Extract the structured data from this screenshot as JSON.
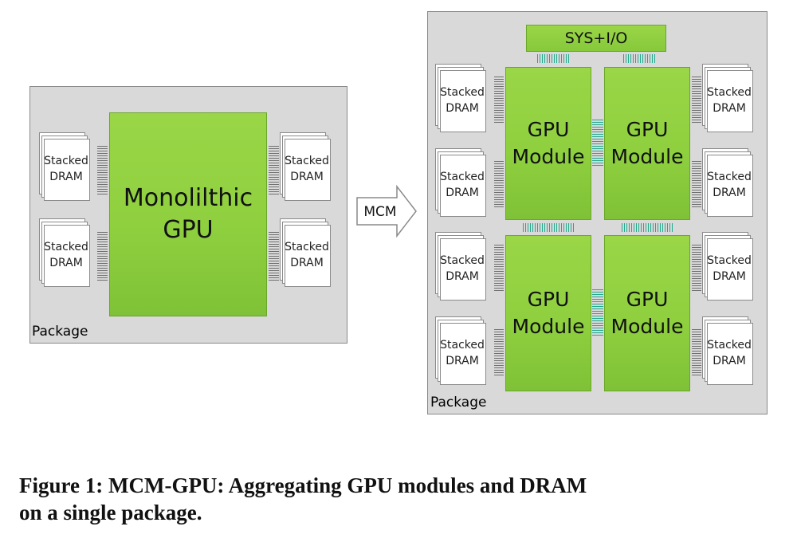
{
  "left": {
    "package_label": "Package",
    "gpu_label": "Monolilthic\nGPU",
    "dram_label": "Stacked\nDRAM"
  },
  "arrow_label": "MCM",
  "right": {
    "package_label": "Package",
    "sysio_label": "SYS+I/O",
    "module_label": "GPU\nModule",
    "dram_label": "Stacked\nDRAM"
  },
  "caption_line1": "Figure 1: MCM-GPU: Aggregating GPU modules and DRAM",
  "caption_line2": "on a single package.",
  "colors": {
    "gpu_green": "#8fd03f",
    "package_gray": "#d9d9d9",
    "link_teal": "#22a88f"
  }
}
